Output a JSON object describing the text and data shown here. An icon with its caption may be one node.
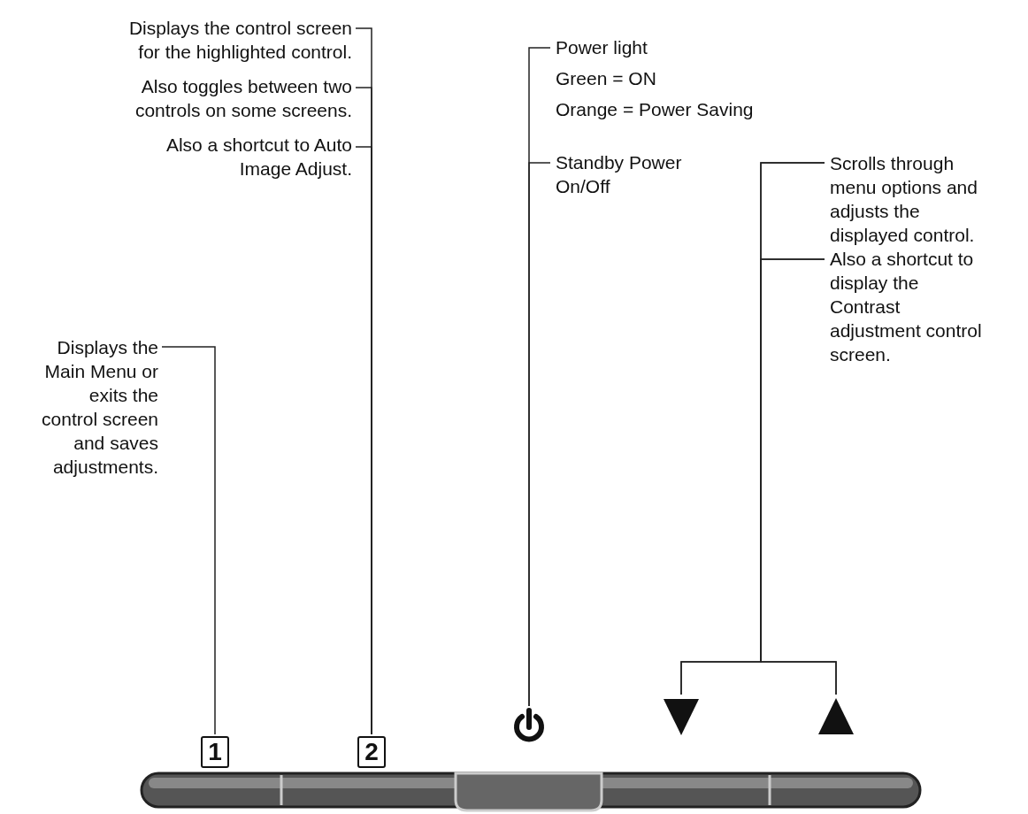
{
  "diagram": {
    "nodes": [
      {
        "text": [
          "Displays the Main Menu or exits the control screen and saves adjustments."
        ]
      },
      {
        "text": [
          "Displays the control screen for the highlighted control."
        ]
      },
      {
        "text": [
          "Also toggles between two controls on some screens."
        ]
      },
      {
        "text": [
          "Also a shortcut to Auto Image Adjust."
        ]
      },
      {
        "text": [
          "Power light",
          "Green = ON",
          "Orange = Power Saving"
        ]
      },
      {
        "text": [
          "Standby Power On/Off"
        ]
      },
      {
        "text": [
          "Scrolls through menu options and adjusts the displayed control."
        ]
      },
      {
        "text": [
          "Also a shortcut to display the Contrast adjustment control screen."
        ]
      },
      {
        "text": [
          "1"
        ]
      },
      {
        "text": [
          "2"
        ]
      },
      {
        "text": [],
        "shape": "icon"
      },
      {
        "text": [],
        "shape": "triangle"
      },
      {
        "text": [],
        "shape": "triangle"
      }
    ],
    "edges": [
      {
        "from": 0,
        "to": 8,
        "arrow": "none"
      },
      {
        "from": 1,
        "to": 9,
        "arrow": "none"
      },
      {
        "from": 2,
        "to": 9,
        "arrow": "none"
      },
      {
        "from": 3,
        "to": 9,
        "arrow": "none"
      },
      {
        "from": 4,
        "to": 10,
        "arrow": "none"
      },
      {
        "from": 5,
        "to": 10,
        "arrow": "none"
      },
      {
        "from": 6,
        "to": 11,
        "arrow": "none"
      },
      {
        "from": 6,
        "to": 12,
        "arrow": "none"
      },
      {
        "from": 7,
        "to": 11,
        "arrow": "none"
      },
      {
        "from": 7,
        "to": 12,
        "arrow": "none"
      }
    ]
  }
}
